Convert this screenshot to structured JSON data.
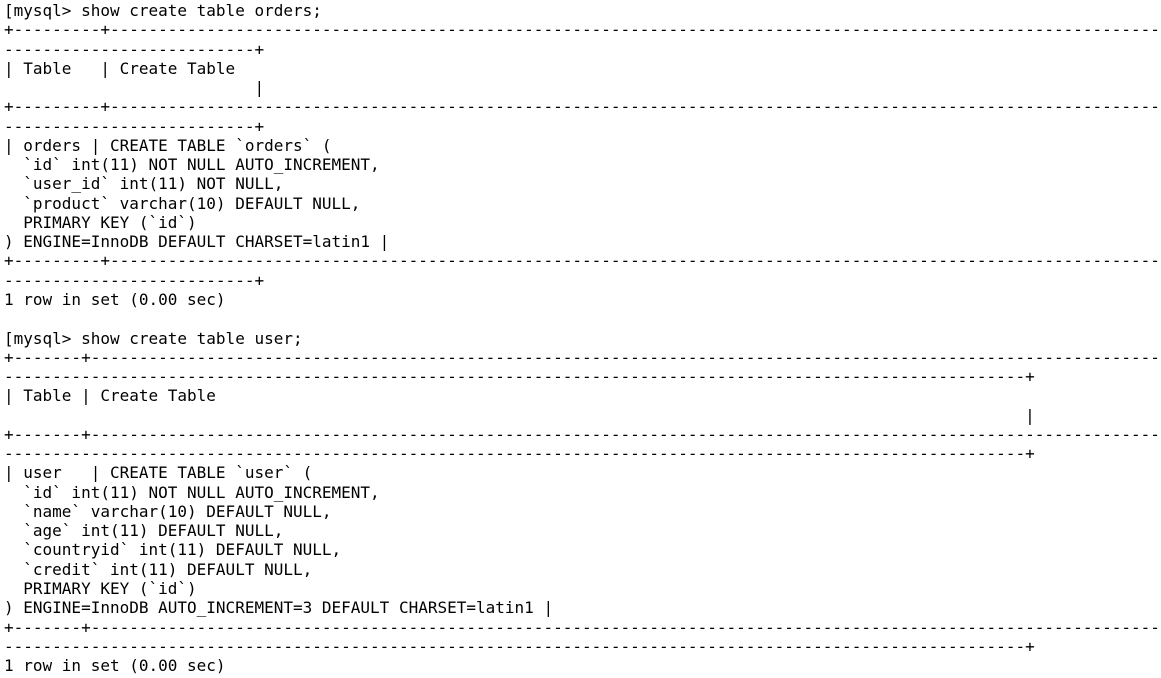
{
  "terminal": {
    "lines": [
      "[mysql> show create table orders;",
      "+---------+--------------------------------------------------------------------------------------------------------------------------------------",
      "--------------------------+",
      "| Table   | Create Table",
      "                          |",
      "+---------+--------------------------------------------------------------------------------------------------------------------------------------",
      "--------------------------+",
      "| orders | CREATE TABLE `orders` (",
      "  `id` int(11) NOT NULL AUTO_INCREMENT,",
      "  `user_id` int(11) NOT NULL,",
      "  `product` varchar(10) DEFAULT NULL,",
      "  PRIMARY KEY (`id`)",
      ") ENGINE=InnoDB DEFAULT CHARSET=latin1 |",
      "+---------+--------------------------------------------------------------------------------------------------------------------------------------",
      "--------------------------+",
      "1 row in set (0.00 sec)",
      "",
      "[mysql> show create table user;",
      "+-------+----------------------------------------------------------------------------------------------------------------------------------------",
      "----------------------------------------------------------------------------------------------------------+",
      "| Table | Create Table",
      "                                                                                                          |",
      "+-------+----------------------------------------------------------------------------------------------------------------------------------------",
      "----------------------------------------------------------------------------------------------------------+",
      "| user   | CREATE TABLE `user` (",
      "  `id` int(11) NOT NULL AUTO_INCREMENT,",
      "  `name` varchar(10) DEFAULT NULL,",
      "  `age` int(11) DEFAULT NULL,",
      "  `countryid` int(11) DEFAULT NULL,",
      "  `credit` int(11) DEFAULT NULL,",
      "  PRIMARY KEY (`id`)",
      ") ENGINE=InnoDB AUTO_INCREMENT=3 DEFAULT CHARSET=latin1 |",
      "+-------+----------------------------------------------------------------------------------------------------------------------------------------",
      "----------------------------------------------------------------------------------------------------------+",
      "1 row in set (0.00 sec)"
    ]
  }
}
